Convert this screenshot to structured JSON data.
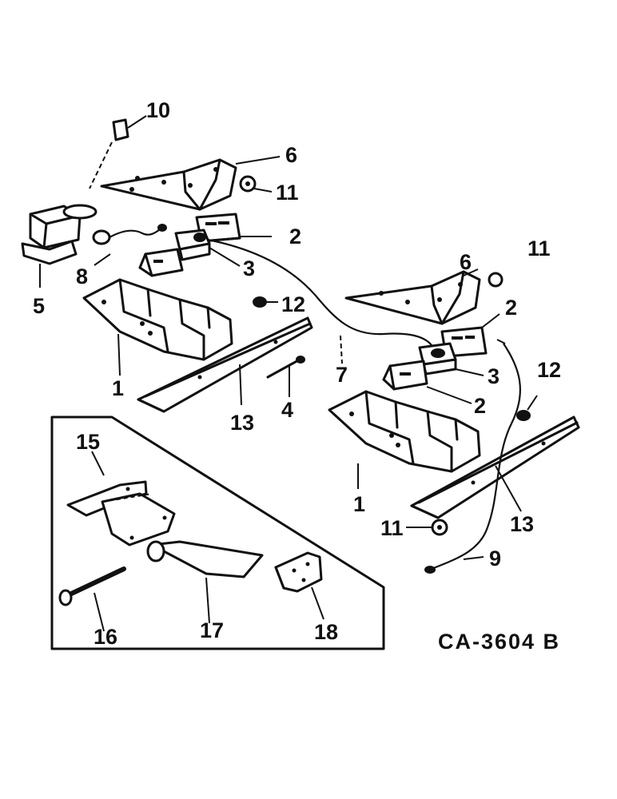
{
  "callouts": {
    "c10": "10",
    "c6a": "6",
    "c11a": "11",
    "c2a": "2",
    "c3a": "3",
    "c8": "8",
    "c5": "5",
    "c12a": "12",
    "c1a": "1",
    "c13a": "13",
    "c4": "4",
    "c7": "7",
    "c11b": "11",
    "c6b": "6",
    "c2b": "2",
    "c3b": "3",
    "c2c": "2",
    "c12b": "12",
    "c1b": "1",
    "c13b": "13",
    "c11c": "11",
    "c9": "9",
    "c15": "15",
    "c16": "16",
    "c17": "17",
    "c18": "18"
  },
  "drawing_code": "CA-3604 B"
}
